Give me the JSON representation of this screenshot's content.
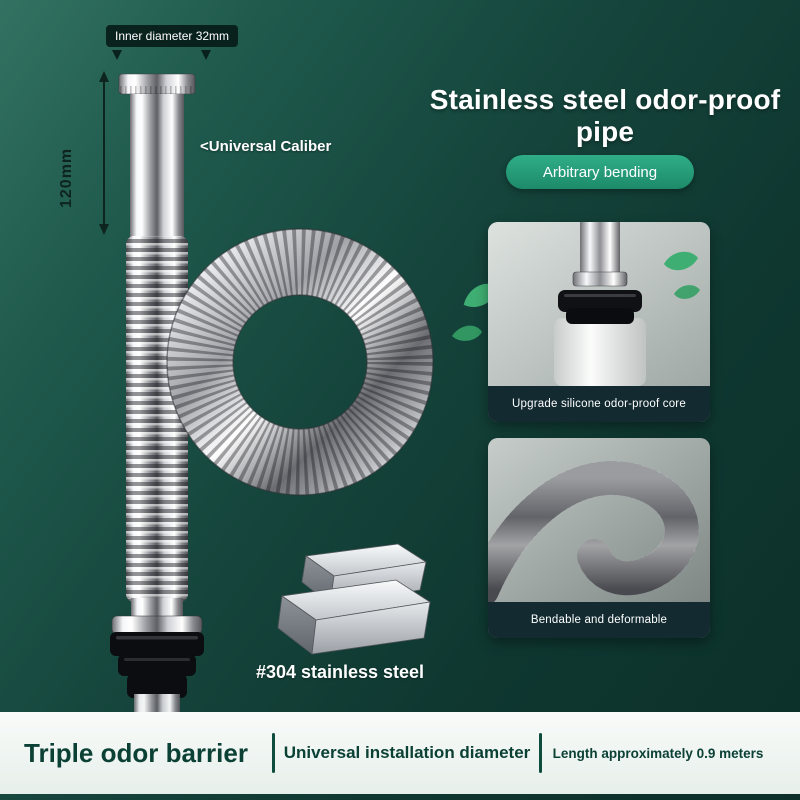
{
  "title": "Stainless steel odor-proof pipe",
  "badge": "Arbitrary bending",
  "annotations": {
    "inner_diameter": "Inner diameter 32mm",
    "length": "120mm",
    "caliber": "<Universal Caliber",
    "material": "#304 stainless steel"
  },
  "cards": [
    {
      "caption": "Upgrade silicone odor-proof core"
    },
    {
      "caption": "Bendable and deformable"
    }
  ],
  "footer": {
    "items": [
      {
        "label": "Triple odor barrier"
      },
      {
        "label": "Universal installation diameter"
      },
      {
        "label": "Length approximately 0.9 meters"
      }
    ]
  },
  "colors": {
    "background_top": "#337262",
    "background_bottom": "#0c2f29",
    "badge_green": "#27a17e",
    "caption_bar": "#122a30",
    "footer_bg": "#eef4f0",
    "footer_text": "#0b4035",
    "leaf_green": "#3fae72"
  }
}
